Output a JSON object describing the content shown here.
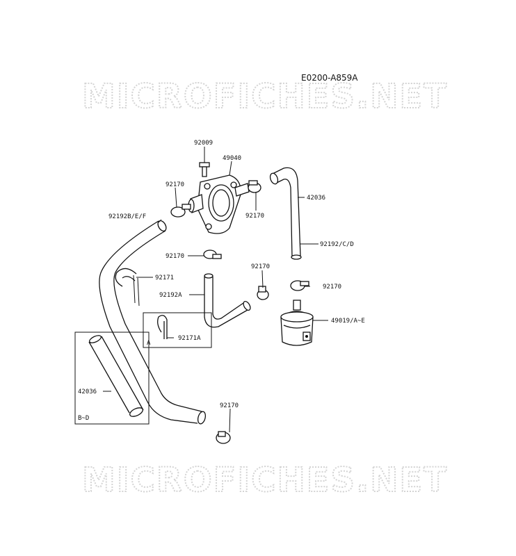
{
  "diagram": {
    "code": "E0200-A859A",
    "watermark": "MICROFICHES.NET",
    "labels": {
      "p92009": "92009",
      "p49040": "49040",
      "p92170_a": "92170",
      "p92170_b": "92170",
      "p92170_c": "92170",
      "p92170_d": "92170",
      "p92170_e": "92170",
      "p92170_f": "92170",
      "p42036_a": "42036",
      "p92192bef": "92192B/E/F",
      "p92192cd": "92192/C/D",
      "p92171": "92171",
      "p92192a": "92192A",
      "p92171a": "92171A",
      "p49019": "49019/A~E",
      "p42036_b": "42036",
      "box_a": "A",
      "box_bd": "B~D"
    }
  }
}
